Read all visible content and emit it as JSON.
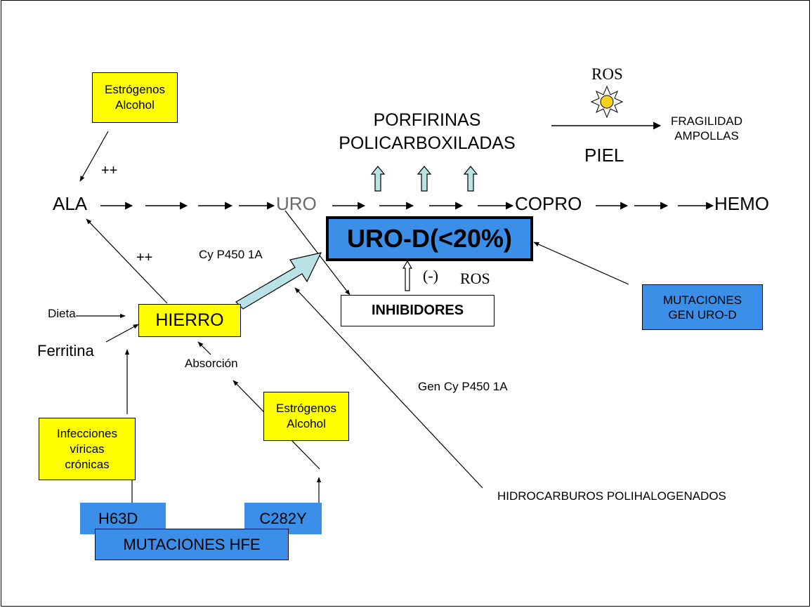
{
  "nodes": {
    "estrogenos_alcohol_top": "Estrógenos\nAlcohol",
    "ala": "ALA",
    "plus_top": "++",
    "plus_bottom": "++",
    "uro": "URO",
    "copro": "COPRO",
    "hemo": "HEMO",
    "porfirinas": "PORFIRINAS\nPOLICARBOXILADAS",
    "ros_top": "ROS",
    "piel": "PIEL",
    "fragilidad": "FRAGILIDAD\nAMPOLLAS",
    "uro_d": "URO-D(<20%)",
    "cy_p450": "Cy P450 1A",
    "minus": "(-)",
    "ros_mid": "ROS",
    "inhibidores": "INHIBIDORES",
    "mutaciones_gen": "MUTACIONES\nGEN URO-D",
    "dieta": "Dieta",
    "hierro": "HIERRO",
    "ferritina": "Ferritina",
    "absorcion": "Absorción",
    "gen_cy": "Gen Cy P450 1A",
    "estrogenos_alcohol_bottom": "Estrógenos\nAlcohol",
    "infecciones": "Infecciones\nvíricas\ncrónicas",
    "hidrocarburos": "HIDROCARBUROS POLIHALOGENADOS",
    "h63d": "H63D",
    "c282y": "C282Y",
    "mutaciones_hfe": "MUTACIONES HFE"
  },
  "colors": {
    "yellow_box": "#ffff00",
    "blue_box": "#3b8fe8",
    "light_arrow": "#b9e2e6",
    "sun": "#ffd21a"
  },
  "icons": [
    "sun-icon"
  ]
}
